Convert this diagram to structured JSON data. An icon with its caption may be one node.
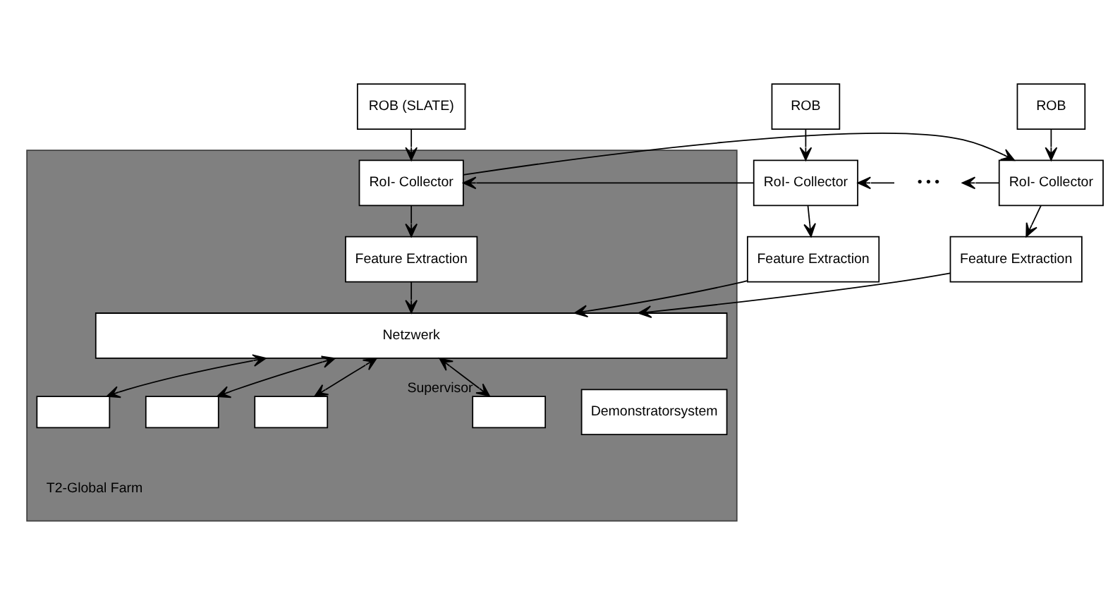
{
  "diagram": {
    "nodes": [
      {
        "text": [
          "ROB (SLATE)"
        ]
      },
      {
        "text": [
          "ROB"
        ]
      },
      {
        "text": [
          "ROB"
        ]
      },
      {
        "text": [],
        "shape": "box"
      },
      {
        "text": [
          "RoI- Collector"
        ],
        "in": 3
      },
      {
        "text": [
          "RoI- Collector"
        ]
      },
      {
        "text": [
          "• • •"
        ]
      },
      {
        "text": [
          "RoI- Collector"
        ]
      },
      {
        "text": [
          "Feature Extraction"
        ],
        "in": 3
      },
      {
        "text": [
          "Feature Extraction"
        ]
      },
      {
        "text": [
          "Feature Extraction"
        ]
      },
      {
        "text": [
          "Netzwerk"
        ],
        "in": 3
      },
      {
        "text": [],
        "shape": "box",
        "in": 3
      },
      {
        "text": [],
        "shape": "box",
        "in": 3
      },
      {
        "text": [],
        "shape": "box",
        "in": 3
      },
      {
        "text": [
          "Demonstratorsystem"
        ],
        "in": 3
      },
      {
        "text": [],
        "shape": "box",
        "in": 3,
        "beside": [
          "Supervisor"
        ]
      }
    ],
    "edges": [
      {
        "from": 0,
        "to": 4,
        "arrow": "to"
      },
      {
        "from": 1,
        "to": 5,
        "arrow": "to"
      },
      {
        "from": 2,
        "to": 7,
        "arrow": "to"
      },
      {
        "from": 7,
        "to": 6,
        "arrow": "to"
      },
      {
        "from": 6,
        "to": 5,
        "arrow": "to"
      },
      {
        "from": 5,
        "to": 4,
        "arrow": "to"
      },
      {
        "from": 4,
        "to": 7,
        "arrow": "to"
      },
      {
        "from": 4,
        "to": 8,
        "arrow": "to"
      },
      {
        "from": 5,
        "to": 9,
        "arrow": "to"
      },
      {
        "from": 7,
        "to": 10,
        "arrow": "to"
      },
      {
        "from": 8,
        "to": 11,
        "arrow": "to"
      },
      {
        "from": 9,
        "to": 11,
        "arrow": "to"
      },
      {
        "from": 10,
        "to": 11,
        "arrow": "to"
      },
      {
        "from": 11,
        "to": 12,
        "arrow": "both"
      },
      {
        "from": 11,
        "to": 13,
        "arrow": "both"
      },
      {
        "from": 11,
        "to": 14,
        "arrow": "both"
      },
      {
        "from": 11,
        "to": 16,
        "arrow": "both"
      }
    ],
    "labels": [
      "T2-Global Farm"
    ]
  }
}
